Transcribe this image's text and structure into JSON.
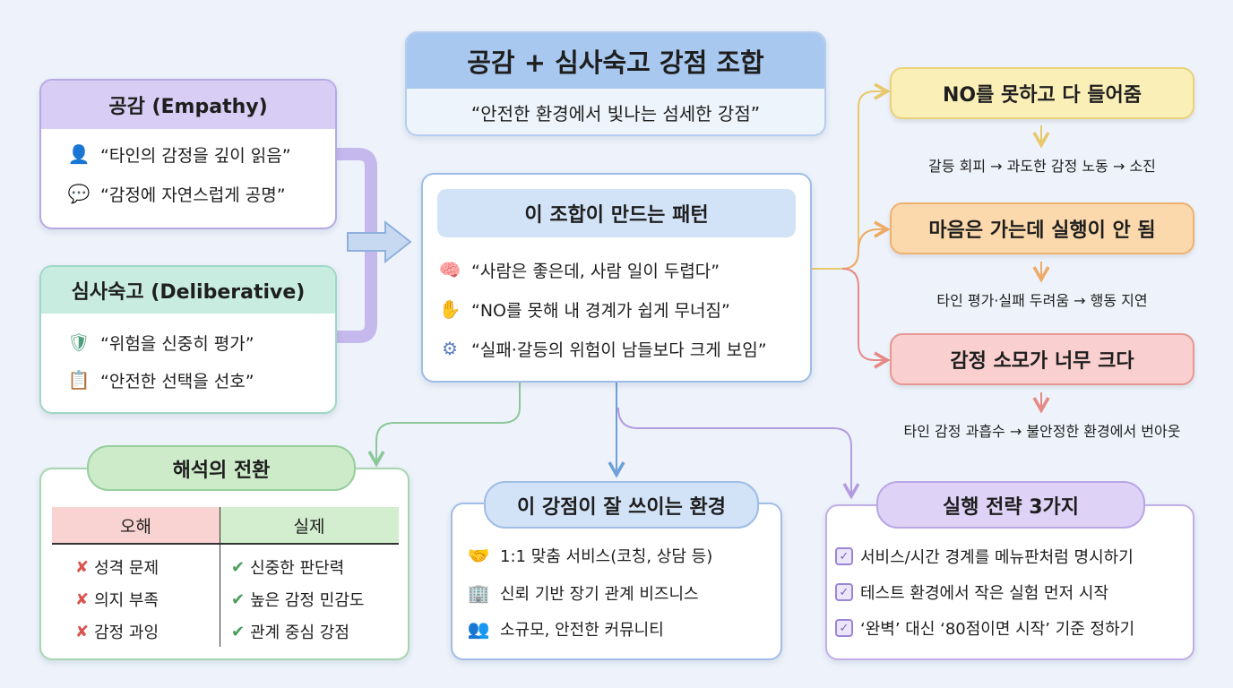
{
  "title": {
    "main": "공감 + 심사숙고 강점 조합",
    "subtitle": "“안전한 환경에서 빛나는 섬세한 강점”"
  },
  "empathy": {
    "title": "공감 (Empathy)",
    "items": [
      {
        "icon": "person-idea-icon",
        "text": "“타인의 감정을 깊이 읽음”"
      },
      {
        "icon": "person-speech-heart-icon",
        "text": "“감정에 자연스럽게 공명”"
      }
    ]
  },
  "deliberative": {
    "title": "심사숙고 (Deliberative)",
    "items": [
      {
        "icon": "shield-warning-icon",
        "text": "“위험을 신중히 평가”"
      },
      {
        "icon": "clipboard-checklist-icon",
        "text": "“안전한 선택을 선호”"
      }
    ]
  },
  "pattern": {
    "title": "이 조합이 만드는 패턴",
    "items": [
      {
        "icon": "head-brain-icon",
        "text": "“사람은 좋은데, 사람 일이 두렵다”"
      },
      {
        "icon": "hand-stop-icon",
        "text": "“NO를 못해 내 경계가 쉽게 무너짐”"
      },
      {
        "icon": "gear-icon",
        "text": "“실패·갈등의 위험이 남들보다 크게 보임”"
      }
    ]
  },
  "outcomes": [
    {
      "title": "NO를 못하고 다 들어줌",
      "detail": "갈등 회피 → 과도한 감정 노동 → 소진",
      "color": "#fbefb8"
    },
    {
      "title": "마음은 가는데 실행이 안 됨",
      "detail": "타인 평가·실패 두려움 → 행동 지연",
      "color": "#fcd9ad"
    },
    {
      "title": "감정 소모가 너무 크다",
      "detail": "타인 감정 과흡수 → 불안정한 환경에서 번아웃",
      "color": "#f9d0cf"
    }
  ],
  "reframe": {
    "title": "해석의 전환",
    "col_myth": "오해",
    "col_fact": "실제",
    "myths": [
      "성격 문제",
      "의지 부족",
      "감정 과잉"
    ],
    "facts": [
      "신중한 판단력",
      "높은 감정 민감도",
      "관계 중심 강점"
    ]
  },
  "environment": {
    "title": "이 강점이 잘 쓰이는 환경",
    "items": [
      {
        "icon": "handshake-icon",
        "text": "1:1 맞춤 서비스(코칭, 상담 등)"
      },
      {
        "icon": "building-icon",
        "text": "신뢰 기반 장기 관계 비즈니스"
      },
      {
        "icon": "community-icon",
        "text": "소규모, 안전한 커뮤니티"
      }
    ]
  },
  "strategy": {
    "title": "실행 전략 3가지",
    "items": [
      "서비스/시간 경계를 메뉴판처럼 명시하기",
      "테스트 환경에서 작은 실험 먼저 시작",
      "‘완벽’ 대신 ‘80점이면 시작’ 기준 정하기"
    ]
  }
}
